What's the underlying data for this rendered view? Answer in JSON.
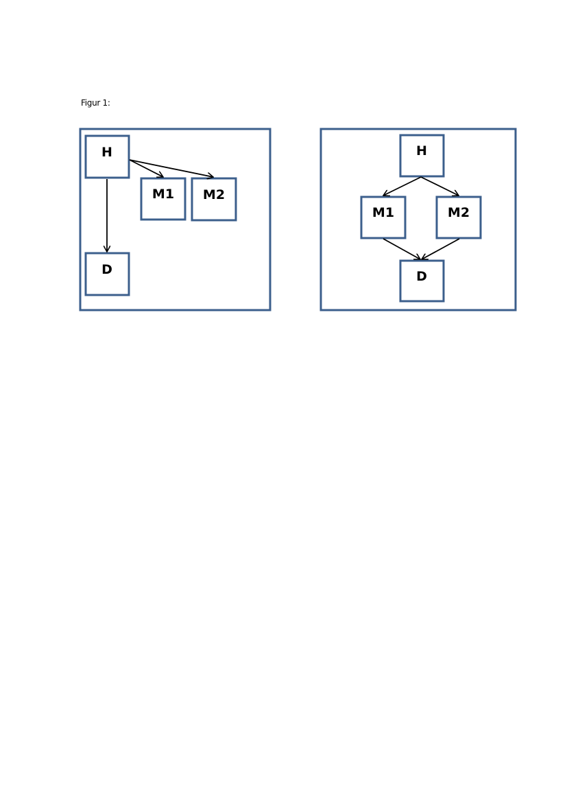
{
  "caption": "Figur 1:",
  "colors": {
    "box_stroke": "#3c5f8c",
    "arrow": "#000000",
    "background": "#ffffff"
  },
  "diagrams": [
    {
      "name": "left",
      "nodes": [
        {
          "id": "H",
          "label": "H"
        },
        {
          "id": "M1",
          "label": "M1"
        },
        {
          "id": "M2",
          "label": "M2"
        },
        {
          "id": "D",
          "label": "D"
        }
      ],
      "edges": [
        [
          "H",
          "M1"
        ],
        [
          "H",
          "M2"
        ],
        [
          "H",
          "D"
        ]
      ]
    },
    {
      "name": "right",
      "nodes": [
        {
          "id": "H",
          "label": "H"
        },
        {
          "id": "M1",
          "label": "M1"
        },
        {
          "id": "M2",
          "label": "M2"
        },
        {
          "id": "D",
          "label": "D"
        }
      ],
      "edges": [
        [
          "H",
          "M1"
        ],
        [
          "H",
          "M2"
        ],
        [
          "M1",
          "D"
        ],
        [
          "M2",
          "D"
        ]
      ]
    }
  ]
}
